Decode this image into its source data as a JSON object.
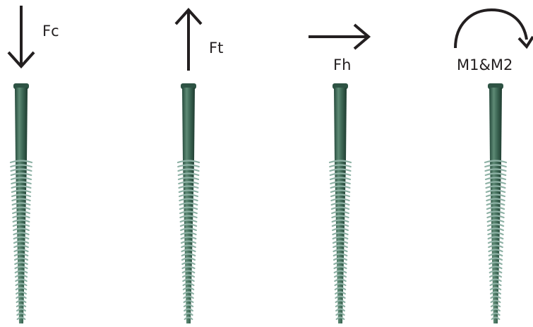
{
  "diagram": {
    "panels": [
      {
        "label": "Fc",
        "arrow_icon": "down-arrow-icon"
      },
      {
        "label": "Ft",
        "arrow_icon": "up-arrow-icon"
      },
      {
        "label": "Fh",
        "arrow_icon": "right-arrow-icon"
      },
      {
        "label": "M1&M2",
        "arrow_icon": "curved-moment-arrow-icon"
      }
    ],
    "colors": {
      "arrow": "#231f20",
      "shaft": "#3f6a57",
      "helix": "#8fb2a6"
    }
  }
}
